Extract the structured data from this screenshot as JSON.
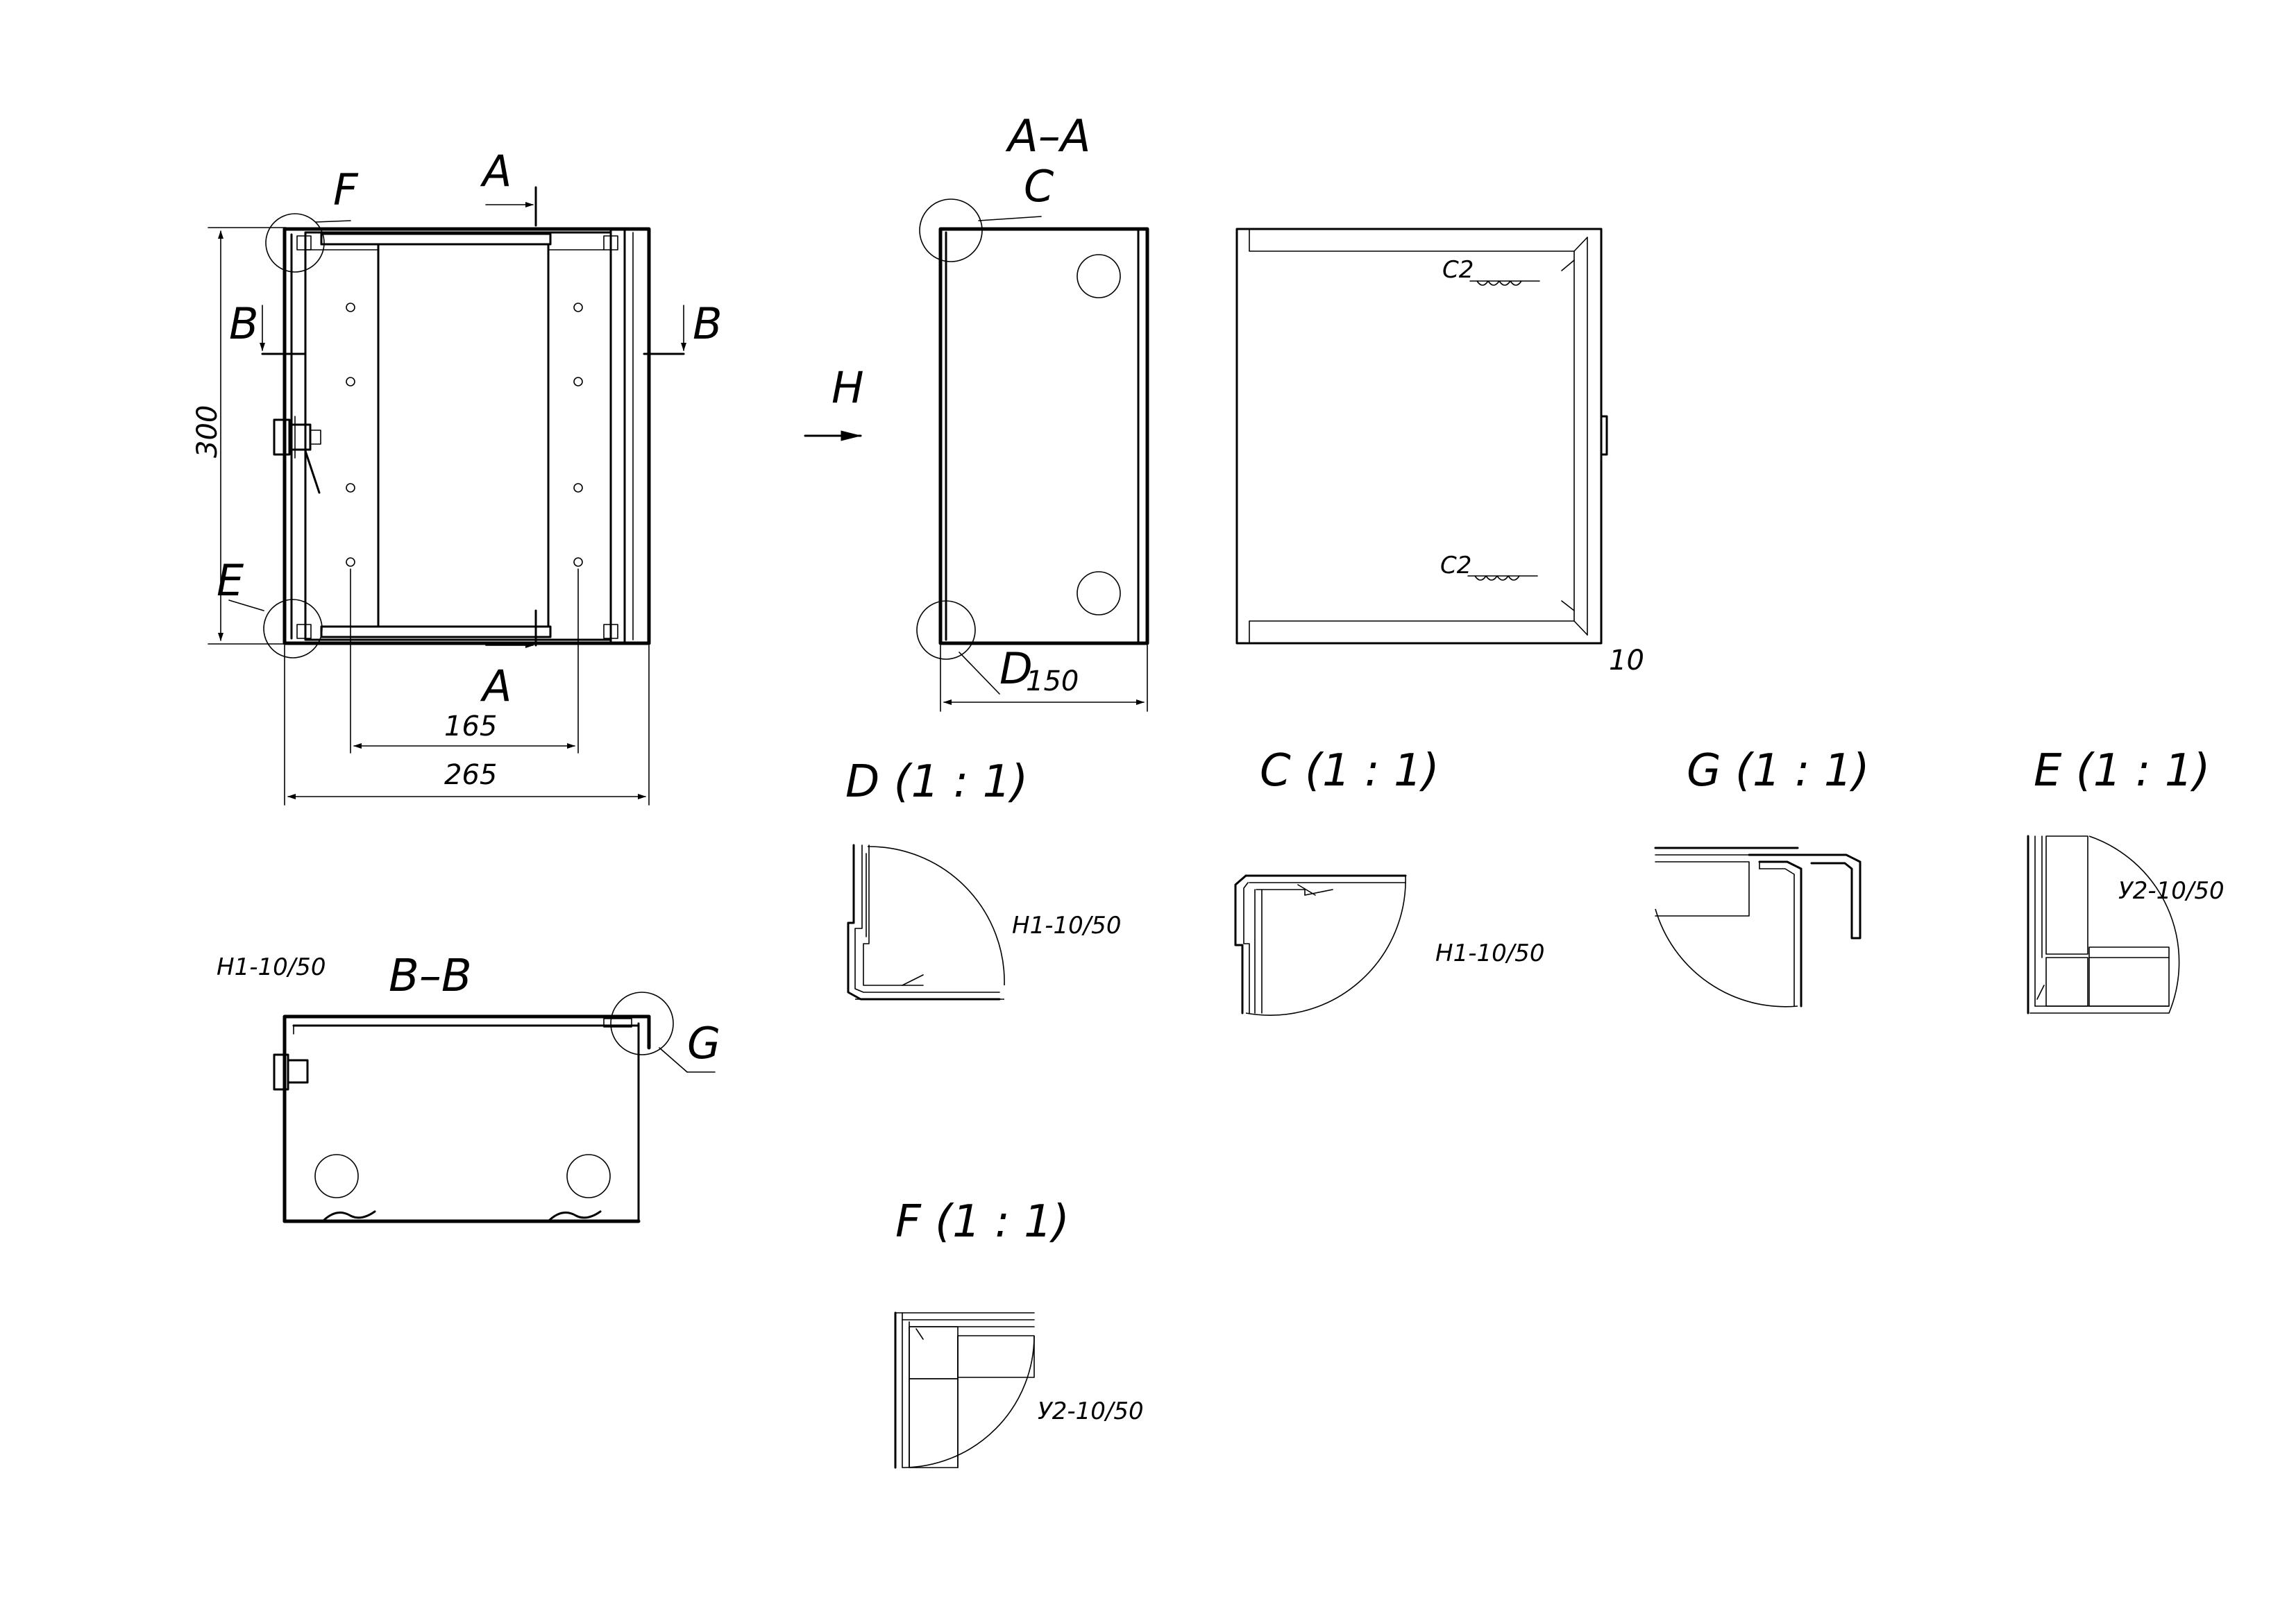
{
  "views": {
    "main": {
      "section_a_top": "A",
      "section_a_bottom": "A",
      "section_b_left": "B",
      "section_b_right": "B",
      "detail_f": "F",
      "detail_e": "E",
      "dim_height": "300",
      "dim_inner_width": "165",
      "dim_total_width": "265"
    },
    "section_aa": {
      "title": "A–A",
      "detail_c": "C",
      "detail_d": "D",
      "view_arrow": "H",
      "dim_depth": "150"
    },
    "side": {
      "weld_top": "C2",
      "weld_bottom": "C2",
      "dim_thickness": "10"
    },
    "section_bb": {
      "title": "B–B",
      "weld_note": "H1-10/50",
      "detail_g": "G"
    }
  },
  "details": {
    "d": {
      "title": "D (1 : 1)",
      "note": "H1-10/50"
    },
    "c": {
      "title": "C (1 : 1)",
      "note": "H1-10/50"
    },
    "g": {
      "title": "G (1 : 1)"
    },
    "e": {
      "title": "E (1 : 1)",
      "note": "У2-10/50"
    },
    "f": {
      "title": "F (1 : 1)",
      "note": "У2-10/50"
    }
  },
  "colors": {
    "line": "#000000",
    "background": "#ffffff"
  }
}
